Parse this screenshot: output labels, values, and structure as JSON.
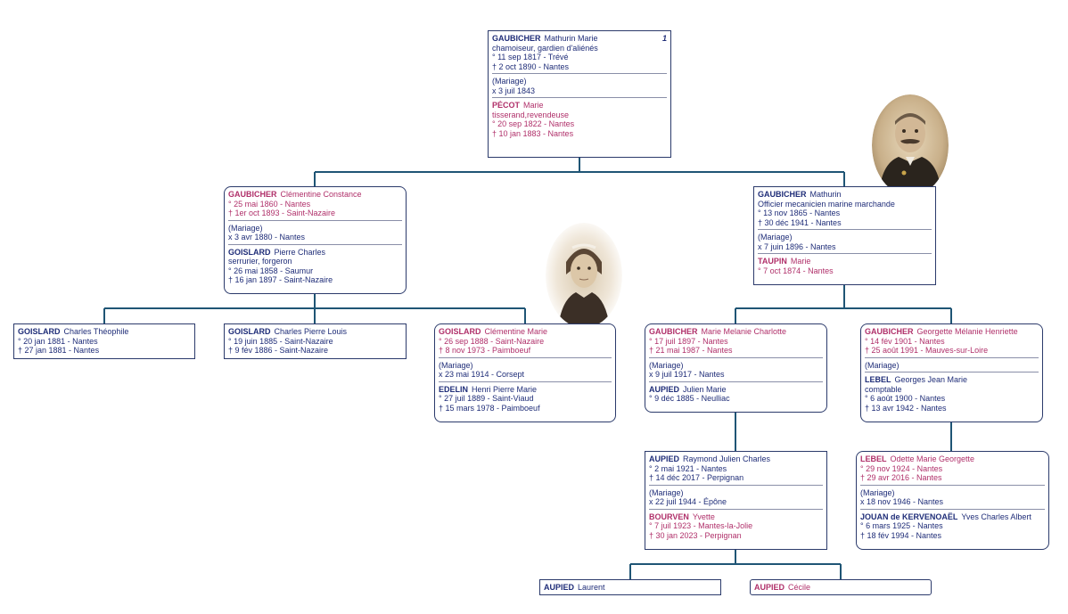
{
  "colors": {
    "male": "#1f2d78",
    "female": "#b0306a",
    "line": "#1f5575",
    "border": "#2b3a6b"
  },
  "cards": [
    {
      "id": "root",
      "number": "1",
      "blocks": [
        {
          "type": "person",
          "sex": "m",
          "surname": "GAUBICHER",
          "given": "Mathurin Marie",
          "lines": [
            "chamoiseur, gardien d'aliénés",
            "° 11 sep 1817  - Trévé",
            "† 2 oct 1890  - Nantes"
          ]
        },
        {
          "type": "marriage",
          "lines": [
            "(Mariage)",
            "x 3 juil 1843"
          ]
        },
        {
          "type": "person",
          "sex": "f",
          "surname": "PÉCOT",
          "given": "Marie",
          "lines": [
            "tisserand,revendeuse",
            "° 20 sep 1822  - Nantes",
            "† 10 jan 1883  - Nantes"
          ]
        }
      ]
    },
    {
      "id": "clementine",
      "blocks": [
        {
          "type": "person",
          "sex": "f",
          "surname": "GAUBICHER",
          "given": "Clémentine Constance",
          "lines": [
            "° 25 mai 1860  - Nantes",
            "† 1er oct 1893  - Saint-Nazaire"
          ]
        },
        {
          "type": "marriage",
          "lines": [
            "(Mariage)",
            "x 3 avr 1880  - Nantes"
          ]
        },
        {
          "type": "person",
          "sex": "m",
          "surname": "GOISLARD",
          "given": "Pierre Charles",
          "lines": [
            "serrurier, forgeron",
            "° 26 mai 1858  - Saumur",
            "† 16 jan 1897  - Saint-Nazaire"
          ]
        }
      ]
    },
    {
      "id": "mathurin",
      "blocks": [
        {
          "type": "person",
          "sex": "m",
          "surname": "GAUBICHER",
          "given": "Mathurin",
          "lines": [
            "Officier mecanicien marine marchande",
            "° 13 nov 1865  - Nantes",
            "† 30 déc 1941  - Nantes"
          ]
        },
        {
          "type": "marriage",
          "lines": [
            "(Mariage)",
            "x 7 juin 1896  - Nantes"
          ]
        },
        {
          "type": "person",
          "sex": "f",
          "surname": "TAUPIN",
          "given": "Marie",
          "lines": [
            "° 7 oct 1874  - Nantes"
          ]
        }
      ]
    },
    {
      "id": "charles-theophile",
      "blocks": [
        {
          "type": "person",
          "sex": "m",
          "surname": "GOISLARD",
          "given": "Charles Théophile",
          "lines": [
            "° 20 jan 1881  - Nantes",
            "† 27 jan 1881  - Nantes"
          ]
        }
      ]
    },
    {
      "id": "charles-pierre-louis",
      "blocks": [
        {
          "type": "person",
          "sex": "m",
          "surname": "GOISLARD",
          "given": "Charles Pierre Louis",
          "lines": [
            "° 19 juin 1885  - Saint-Nazaire",
            "† 9 fév 1886  - Saint-Nazaire"
          ]
        }
      ]
    },
    {
      "id": "clementine-marie",
      "blocks": [
        {
          "type": "person",
          "sex": "f",
          "surname": "GOISLARD",
          "given": "Clémentine Marie",
          "lines": [
            "° 26 sep 1888  - Saint-Nazaire",
            "† 8 nov 1973  - Paimboeuf"
          ]
        },
        {
          "type": "marriage",
          "lines": [
            "(Mariage)",
            "x 23 mai 1914  - Corsept"
          ]
        },
        {
          "type": "person",
          "sex": "m",
          "surname": "EDELIN",
          "given": "Henri Pierre Marie",
          "lines": [
            "° 27 juil 1889  - Saint-Viaud",
            "† 15 mars 1978  - Paimboeuf"
          ]
        }
      ]
    },
    {
      "id": "marie-melanie",
      "blocks": [
        {
          "type": "person",
          "sex": "f",
          "surname": "GAUBICHER",
          "given": "Marie Melanie Charlotte",
          "lines": [
            "° 17 juil 1897  - Nantes",
            "† 21 mai 1987  - Nantes"
          ]
        },
        {
          "type": "marriage",
          "lines": [
            "(Mariage)",
            "x 9 juil 1917  - Nantes"
          ]
        },
        {
          "type": "person",
          "sex": "m",
          "surname": "AUPIED",
          "given": "Julien Marie",
          "lines": [
            "° 9 déc 1885  - Neulliac"
          ]
        }
      ]
    },
    {
      "id": "georgette",
      "blocks": [
        {
          "type": "person",
          "sex": "f",
          "surname": "GAUBICHER",
          "given": "Georgette Mélanie Henriette",
          "lines": [
            "° 14 fév 1901  - Nantes",
            "† 25 août 1991  - Mauves-sur-Loire"
          ]
        },
        {
          "type": "marriage",
          "lines": [
            "(Mariage)"
          ]
        },
        {
          "type": "person",
          "sex": "m",
          "surname": "LEBEL",
          "given": "Georges Jean Marie",
          "lines": [
            "comptable",
            "° 6 août 1900  - Nantes",
            "† 13 avr 1942  - Nantes"
          ]
        }
      ]
    },
    {
      "id": "raymond",
      "blocks": [
        {
          "type": "person",
          "sex": "m",
          "surname": "AUPIED",
          "given": "Raymond Julien Charles",
          "lines": [
            "° 2 mai 1921  - Nantes",
            "† 14 déc 2017  - Perpignan"
          ]
        },
        {
          "type": "marriage",
          "lines": [
            "(Mariage)",
            "x 22 juil 1944  - Épône"
          ]
        },
        {
          "type": "person",
          "sex": "f",
          "surname": "BOURVEN",
          "given": "Yvette",
          "lines": [
            "° 7 juil 1923  - Mantes-la-Jolie",
            "† 30 jan 2023  - Perpignan"
          ]
        }
      ]
    },
    {
      "id": "odette",
      "blocks": [
        {
          "type": "person",
          "sex": "f",
          "surname": "LEBEL",
          "given": "Odette Marie Georgette",
          "lines": [
            "° 29 nov 1924  - Nantes",
            "† 29 avr 2016  - Nantes"
          ]
        },
        {
          "type": "marriage",
          "lines": [
            "(Mariage)",
            "x 18 nov 1946  - Nantes"
          ]
        },
        {
          "type": "person",
          "sex": "m",
          "surname": "JOUAN de KERVENOAËL",
          "given": "Yves Charles Albert",
          "lines": [
            "° 6 mars 1925  - Nantes",
            "† 18 fév 1994  - Nantes"
          ]
        }
      ]
    },
    {
      "id": "laurent",
      "blocks": [
        {
          "type": "person",
          "sex": "m",
          "surname": "AUPIED",
          "given": "Laurent",
          "lines": []
        }
      ]
    },
    {
      "id": "cecile",
      "blocks": [
        {
          "type": "person",
          "sex": "f",
          "surname": "AUPIED",
          "given": "Cécile",
          "lines": []
        }
      ]
    }
  ],
  "photos": [
    {
      "id": "photo-man",
      "subject": "portrait photo of an elderly man with moustache"
    },
    {
      "id": "photo-woman",
      "subject": "portrait photo of a young woman"
    }
  ]
}
